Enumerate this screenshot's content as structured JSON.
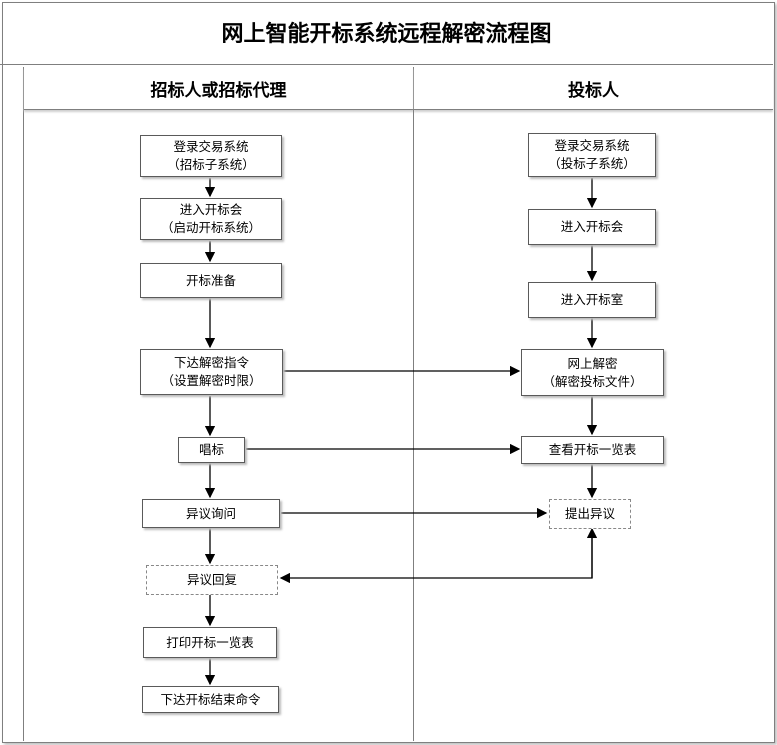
{
  "title": "网上智能开标系统远程解密流程图",
  "lanes": {
    "left": "招标人或招标代理",
    "right": "投标人"
  },
  "left_steps": {
    "login": [
      "登录交易系统",
      "（招标子系统）"
    ],
    "enter_meeting": [
      "进入开标会",
      "（启动开标系统）"
    ],
    "prepare": "开标准备",
    "decrypt_cmd": [
      "下达解密指令",
      "（设置解密时限）"
    ],
    "announce": "唱标",
    "inquiry": "异议询问",
    "reply": "异议回复",
    "print": "打印开标一览表",
    "end": "下达开标结束命令"
  },
  "right_steps": {
    "login": [
      "登录交易系统",
      "（投标子系统）"
    ],
    "enter_meeting": "进入开标会",
    "enter_room": "进入开标室",
    "decrypt": [
      "网上解密",
      "（解密投标文件）"
    ],
    "view_table": "查看开标一览表",
    "objection": "提出异议"
  }
}
